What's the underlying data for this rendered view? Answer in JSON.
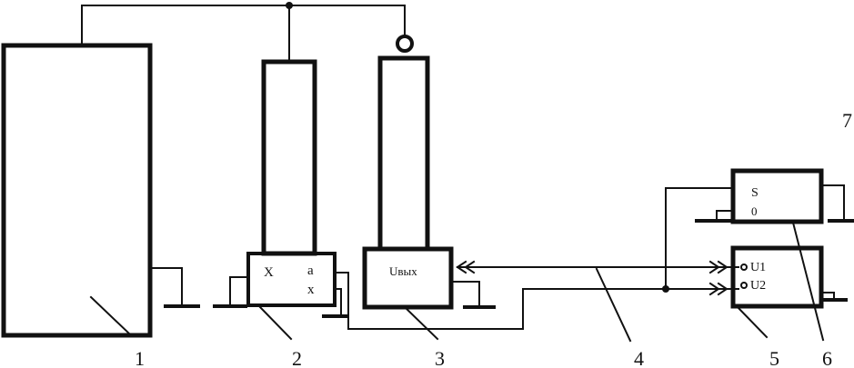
{
  "components": {
    "c2": {
      "left_label": "X",
      "top_right_label": "a",
      "bottom_right_label": "x"
    },
    "c3": {
      "label": "Uвых"
    },
    "c5": {
      "input1_label": "U1",
      "input2_label": "U2"
    },
    "c6": {
      "top_label": "S",
      "bottom_label": "0"
    }
  },
  "callouts": [
    "1",
    "2",
    "3",
    "4",
    "5",
    "6",
    "7"
  ]
}
